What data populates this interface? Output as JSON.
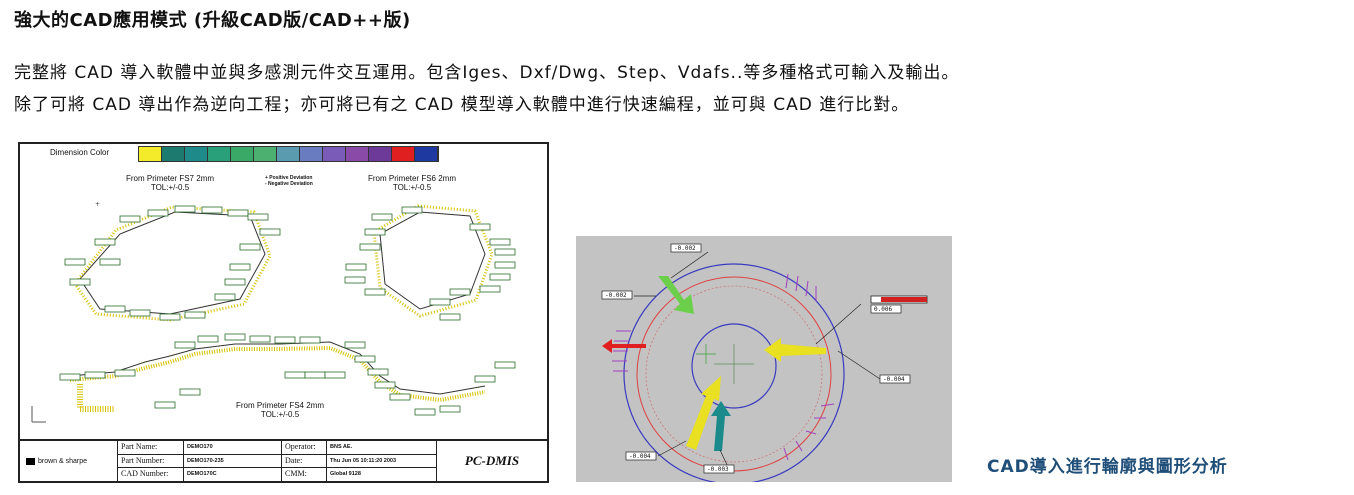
{
  "header": {
    "title": "強大的CAD應用模式 (升級CAD版/CAD++版)"
  },
  "body": {
    "line1": "完整將 CAD 導入軟體中並與多感測元件交互運用。包含Iges、Dxf/Dwg、Step、Vdafs..等多種格式可輸入及輸出。",
    "line2": "除了可將 CAD 導出作為逆向工程；亦可將已有之 CAD 模型導入軟體中進行快速編程，並可與 CAD 進行比對。"
  },
  "report": {
    "dimension_color_label": "Dimension Color",
    "swatch_colors": [
      "#f4ec2a",
      "#1d7a6f",
      "#1f8a8a",
      "#2aa07a",
      "#3aa866",
      "#4bb070",
      "#5a9bb0",
      "#6a7cc0",
      "#7a5cb8",
      "#8a4aa8",
      "#6d3a9a",
      "#e02020",
      "#1e3aa0"
    ],
    "plot1_title": "From Primeter FS7 2mm",
    "plot1_tol": "TOL:+/-0.5",
    "plot2_title": "From Primeter FS6 2mm",
    "plot2_tol": "TOL:+/-0.5",
    "plot3_title": "From Primeter FS4 2mm",
    "plot3_tol": "TOL:+/-0.5",
    "legend_positive": "+ Positive Deviation",
    "legend_negative": "- Negative Deviation",
    "brand": "brown & sharpe",
    "part_name_label": "Part Name:",
    "part_name_value": "DEMO170",
    "part_number_label": "Part Number:",
    "part_number_value": "DEMO170-235",
    "cad_number_label": "CAD Number:",
    "cad_number_value": "DEMO170C",
    "operator_label": "Operator:",
    "operator_value": "BNS AE.",
    "date_label": "Date:",
    "date_value": "Thu Jun 05 10:11:20 2003",
    "cmm_label": "CMM:",
    "cmm_value": "Global 9128",
    "software": "PC-DMIS"
  },
  "cad_view": {
    "labels": [
      "-0.002",
      "-0.002",
      "0.006",
      "-0.004",
      "-0.004",
      "-0.003"
    ]
  },
  "caption": "CAD導入進行輪廓與圖形分析"
}
